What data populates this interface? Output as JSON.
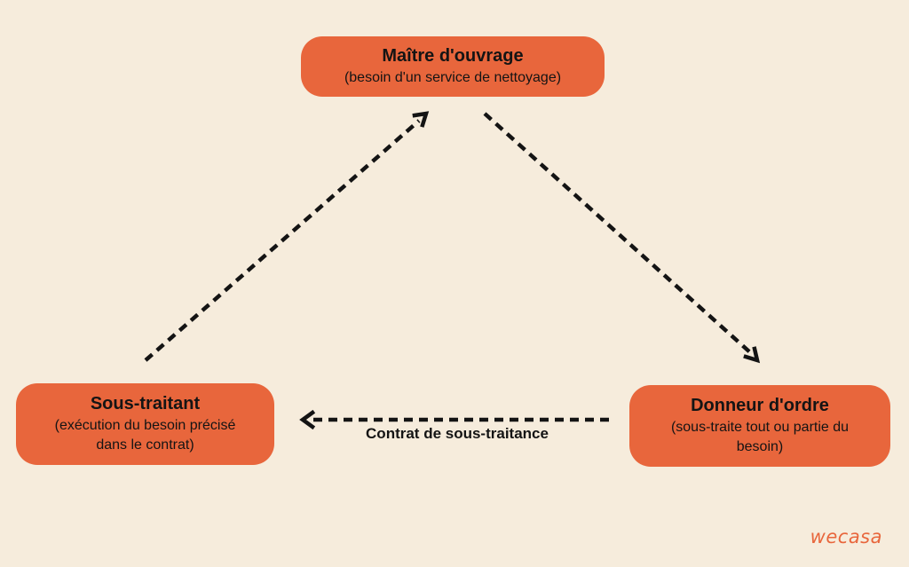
{
  "nodes": {
    "top": {
      "title": "Maître d'ouvrage",
      "description": "(besoin d'un service de nettoyage)"
    },
    "left": {
      "title": "Sous-traitant",
      "description_line1": "(exécution du besoin précisé",
      "description_line2": "dans le contrat)"
    },
    "right": {
      "title": "Donneur d'ordre",
      "description_line1": "(sous-traite tout ou partie du",
      "description_line2": "besoin)"
    }
  },
  "edges": {
    "right_to_left_label": "Contrat de sous-traitance"
  },
  "brand": {
    "logo_text": "wecasa"
  },
  "colors": {
    "background": "#f6ecdc",
    "node_fill": "#e8663c",
    "arrow": "#141414",
    "brand": "#e8663c"
  }
}
